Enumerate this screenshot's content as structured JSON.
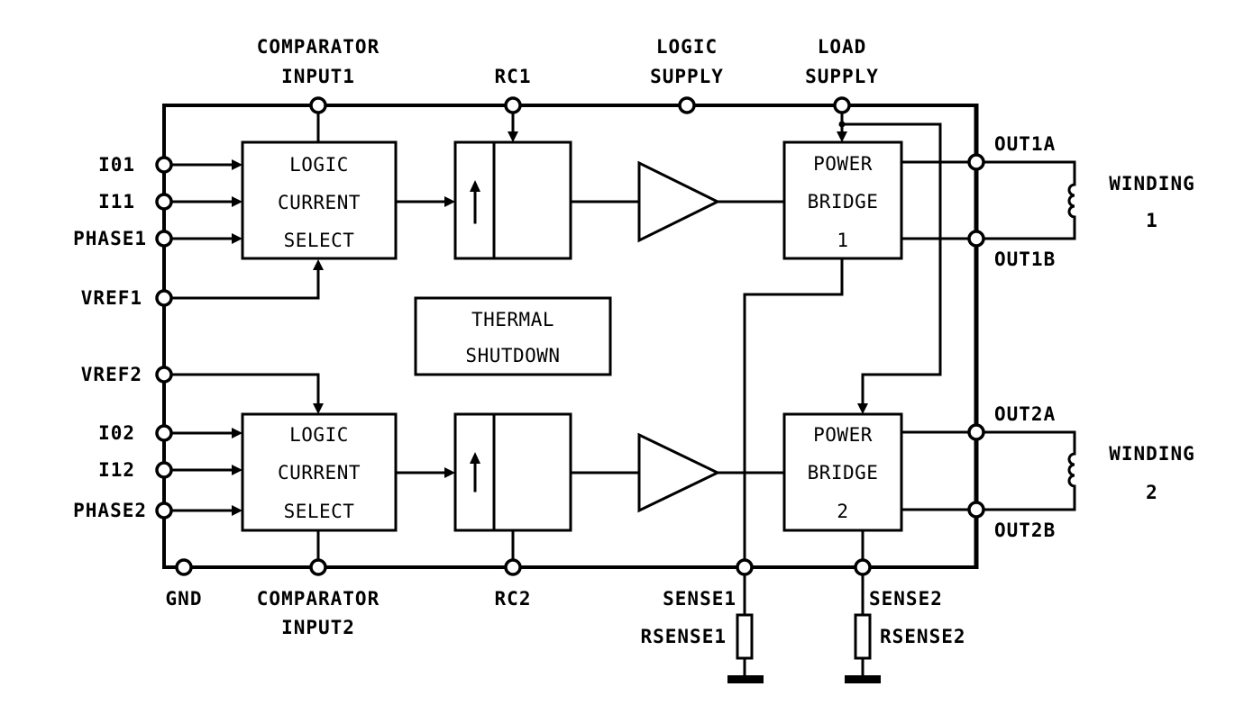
{
  "title": "Dual full-bridge stepper motor driver block diagram",
  "top_labels": {
    "comparator_input1": [
      "COMPARATOR",
      "INPUT1"
    ],
    "rc1": "RC1",
    "logic_supply": [
      "LOGIC",
      "SUPPLY"
    ],
    "load_supply": [
      "LOAD",
      "SUPPLY"
    ]
  },
  "left_pins": {
    "i01": "I01",
    "i11": "I11",
    "phase1": "PHASE1",
    "vref1": "VREF1",
    "vref2": "VREF2",
    "i02": "I02",
    "i12": "I12",
    "phase2": "PHASE2"
  },
  "bottom_labels": {
    "gnd": "GND",
    "comparator_input2": [
      "COMPARATOR",
      "INPUT2"
    ],
    "rc2": "RC2",
    "sense1": "SENSE1",
    "rsense1": "RSENSE1",
    "sense2": "SENSE2",
    "rsense2": "RSENSE2"
  },
  "right_labels": {
    "out1a": "OUT1A",
    "out1b": "OUT1B",
    "out2a": "OUT2A",
    "out2b": "OUT2B",
    "winding1": [
      "WINDING",
      "1"
    ],
    "winding2": [
      "WINDING",
      "2"
    ]
  },
  "blocks": {
    "logic1": [
      "LOGIC",
      "CURRENT",
      "SELECT"
    ],
    "logic2": [
      "LOGIC",
      "CURRENT",
      "SELECT"
    ],
    "thermal": [
      "THERMAL",
      "SHUTDOWN"
    ],
    "bridge1": [
      "POWER",
      "BRIDGE",
      "1"
    ],
    "bridge2": [
      "POWER",
      "BRIDGE",
      "2"
    ]
  },
  "colors": {
    "line": "#000000",
    "background": "#ffffff"
  }
}
